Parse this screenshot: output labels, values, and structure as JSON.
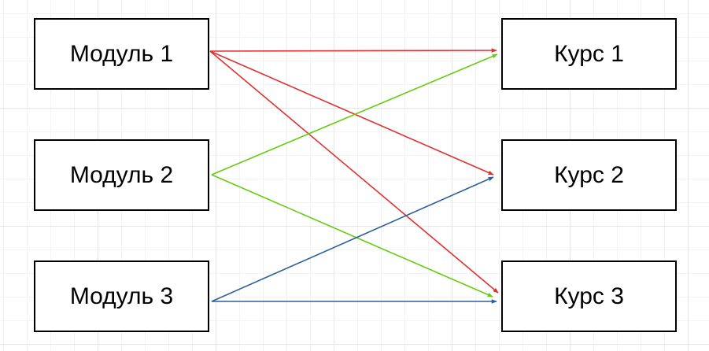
{
  "diagram": {
    "modules": [
      {
        "id": "m1",
        "label": "Модуль 1"
      },
      {
        "id": "m2",
        "label": "Модуль 2"
      },
      {
        "id": "m3",
        "label": "Модуль 3"
      }
    ],
    "courses": [
      {
        "id": "c1",
        "label": "Курс 1"
      },
      {
        "id": "c2",
        "label": "Курс 2"
      },
      {
        "id": "c3",
        "label": "Курс 3"
      }
    ],
    "edges": [
      {
        "from": "m1",
        "to": "c1",
        "color": "#e03131"
      },
      {
        "from": "m1",
        "to": "c2",
        "color": "#e03131"
      },
      {
        "from": "m1",
        "to": "c3",
        "color": "#e03131"
      },
      {
        "from": "m2",
        "to": "c1",
        "color": "#66cc11"
      },
      {
        "from": "m2",
        "to": "c3",
        "color": "#66cc11"
      },
      {
        "from": "m3",
        "to": "c2",
        "color": "#2f5f9e"
      },
      {
        "from": "m3",
        "to": "c3",
        "color": "#2f5f9e"
      }
    ]
  }
}
